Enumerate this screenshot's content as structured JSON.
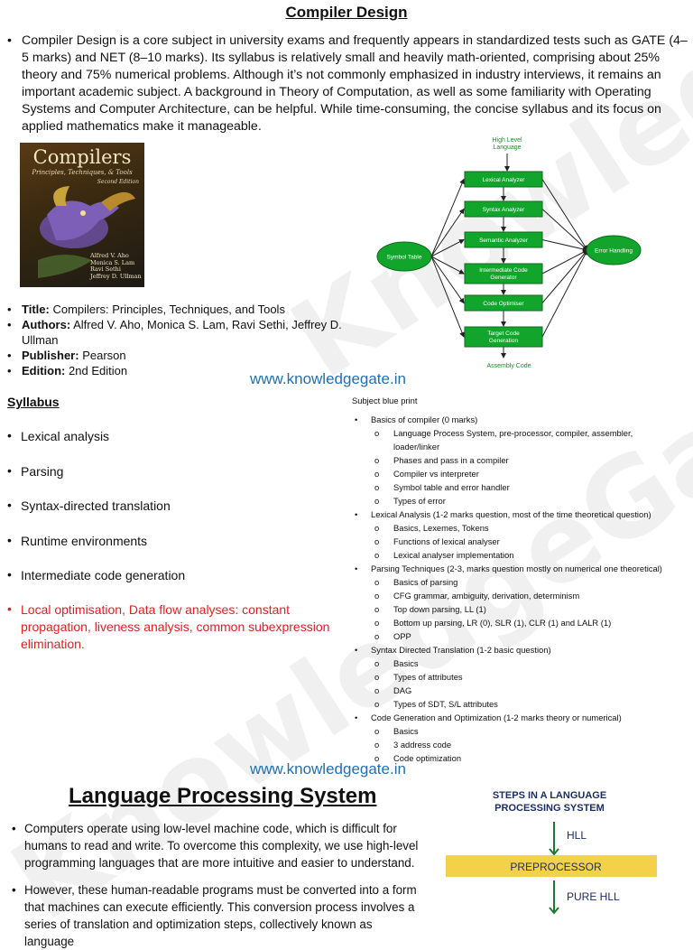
{
  "page_title": "Compiler Design",
  "bullet": "•",
  "sub_bullet": "o",
  "intro": {
    "text": "Compiler Design is a core subject in university exams and frequently appears in standardized tests such as GATE (4–5 marks) and NET (8–10 marks). Its syllabus is relatively small and heavily math-oriented, comprising about 25% theory and 75% numerical problems. Although it’s not commonly emphasized in industry interviews, it remains an important academic subject. A background in Theory of Computation, as well as some familiarity with Operating Systems and Computer Architecture, can be helpful. While time-consuming, the concise syllabus and its focus on applied mathematics make it manageable."
  },
  "book_cover": {
    "title": "Compilers",
    "subtitle": "Principles, Techniques, & Tools",
    "edition": "Second Edition",
    "authors": [
      "Alfred V. Aho",
      "Monica S. Lam",
      "Ravi Sethi",
      "Jeffrey D. Ullman"
    ]
  },
  "book_info": [
    {
      "label": "Title:",
      "value": "Compilers: Principles, Techniques, and Tools"
    },
    {
      "label": "Authors:",
      "value": "Alfred V. Aho, Monica S. Lam, Ravi Sethi, Jeffrey D. Ullman"
    },
    {
      "label": "Publisher:",
      "value": "Pearson"
    },
    {
      "label": "Edition:",
      "value": "2nd Edition"
    }
  ],
  "website": "www.knowledgegate.in",
  "watermark": "KnowledgeGate",
  "phases_diagram": {
    "input": "High Level Language",
    "phases": [
      "Lexical Analyzer",
      "Syntax Analyzer",
      "Semantic Analyzer",
      "Intermediate Code Generator",
      "Code Optimiser",
      "Target Code Generation"
    ],
    "output": "Assembly Code",
    "left_node": "Symbol Table",
    "right_node": "Error Handling",
    "box_color": "#12a52c",
    "edge_color": "#222222"
  },
  "syllabus": {
    "heading": "Syllabus",
    "items": [
      {
        "text": "Lexical analysis",
        "highlight": false
      },
      {
        "text": "Parsing",
        "highlight": false
      },
      {
        "text": "Syntax-directed translation",
        "highlight": false
      },
      {
        "text": "Runtime environments",
        "highlight": false
      },
      {
        "text": "Intermediate code generation",
        "highlight": false
      },
      {
        "text": "Local optimisation, Data flow analyses: constant propagation, liveness analysis, common subexpression elimination.",
        "highlight": true
      }
    ],
    "highlight_color": "#e01f1f"
  },
  "blueprint": {
    "heading": "Subject blue print",
    "sections": [
      {
        "title": "Basics of compiler (0 marks)",
        "items": [
          "Language Process System, pre-processor, compiler, assembler, loader/linker",
          "Phases and pass in a compiler",
          "Compiler vs interpreter",
          "Symbol table and error handler",
          "Types of error"
        ]
      },
      {
        "title": "Lexical Analysis (1-2 marks question, most of the time theoretical question)",
        "items": [
          "Basics, Lexemes, Tokens",
          "Functions of lexical analyser",
          "Lexical analyser implementation"
        ]
      },
      {
        "title": "Parsing Techniques (2-3, marks question mostly on numerical one theoretical)",
        "items": [
          "Basics of parsing",
          "CFG grammar, ambiguity, derivation, determinism",
          "Top down parsing, LL (1)",
          "Bottom up parsing, LR (0), SLR (1), CLR (1) and LALR (1)",
          "OPP"
        ]
      },
      {
        "title": "Syntax Directed Translation (1-2 basic question)",
        "items": [
          "Basics",
          "Types of attributes",
          "DAG",
          "Types of SDT, S/L attributes"
        ]
      },
      {
        "title": "Code Generation and Optimization (1-2 marks theory or numerical)",
        "items": [
          "Basics",
          "3 address code",
          "Code optimization"
        ]
      }
    ]
  },
  "lps": {
    "heading": "Language Processing System",
    "paragraphs": [
      "Computers operate using low-level machine code, which is difficult for humans to read and write. To overcome this complexity, we use high-level programming languages that are more intuitive and easier to understand.",
      "However, these human-readable programs must be converted into a form that machines can execute efficiently. This conversion process involves a series of translation and optimization steps, collectively known as language"
    ]
  },
  "steps_diagram": {
    "title": "STEPS  IN A LANGUAGE PROCESSING SYSTEM",
    "labels": [
      "HLL",
      "PREPROCESSOR",
      "PURE HLL"
    ],
    "title_color": "#1c2e63",
    "band_color": "#f3d249",
    "arrow_color": "#1c7a2c"
  }
}
